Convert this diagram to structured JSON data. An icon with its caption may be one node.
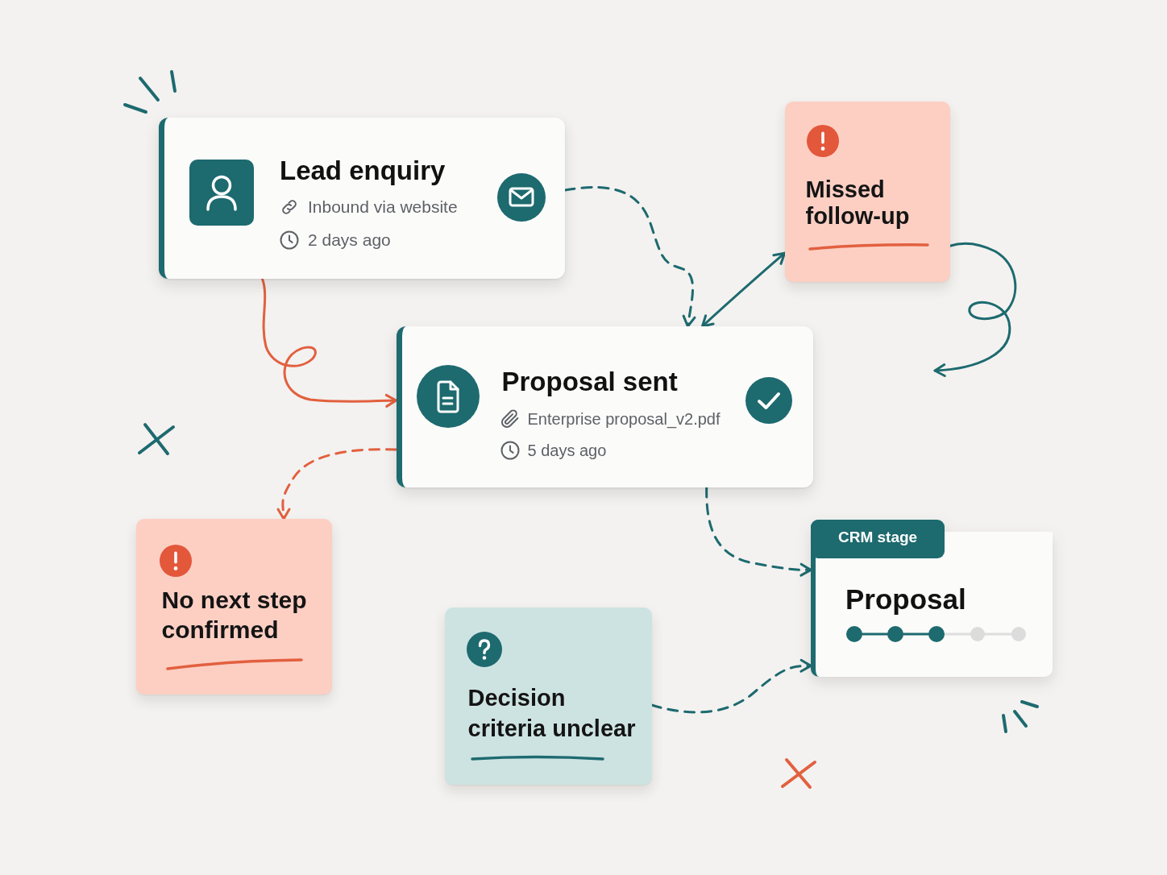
{
  "diagram": {
    "nodes": [
      {
        "text": [
          "Lead enquiry",
          "Inbound via website",
          "2 days ago"
        ]
      },
      {
        "text": [
          "Proposal sent",
          "Enterprise proposal_v2.pdf",
          "5 days ago"
        ]
      },
      {
        "text": [
          "Missed follow-up"
        ]
      },
      {
        "text": [
          "No next step confirmed"
        ]
      },
      {
        "text": [
          "Decision criteria unclear"
        ]
      },
      {
        "text": [
          "CRM stage",
          "Proposal"
        ]
      }
    ],
    "edges": [
      {
        "from": 0,
        "to": 1,
        "arrow": "to",
        "style": "dashed"
      },
      {
        "from": 1,
        "to": 2,
        "arrow": "both"
      },
      {
        "from": 0,
        "to": 1,
        "arrow": "to",
        "color": "#e2603f"
      },
      {
        "from": 1,
        "to": 3,
        "arrow": "to",
        "style": "dashed",
        "color": "#e2603f"
      },
      {
        "from": 2,
        "to": null,
        "arrow": "to"
      },
      {
        "from": 1,
        "to": 5,
        "arrow": "to",
        "style": "dashed"
      },
      {
        "from": 4,
        "to": 5,
        "arrow": "to",
        "style": "dashed"
      }
    ]
  }
}
